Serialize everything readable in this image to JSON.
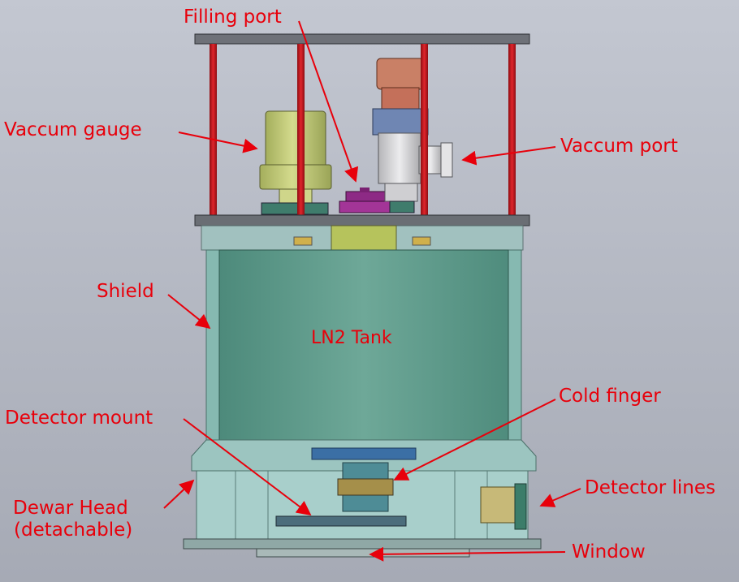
{
  "labels": {
    "filling_port": "Filling port",
    "vacuum_gauge": "Vaccum gauge",
    "vacuum_port": "Vaccum port",
    "shield": "Shield",
    "ln2_tank": "LN2 Tank",
    "cold_finger": "Cold finger",
    "detector_mount": "Detector mount",
    "detector_lines": "Detector lines",
    "dewar_head_line1": "Dewar Head",
    "dewar_head_line2": "(detachable)",
    "window": "Window"
  },
  "colors": {
    "background_top": "#c3c7d1",
    "background_bottom": "#a9adb8",
    "label_text": "#e8000b",
    "arrow": "#e8000b",
    "support_rod": "#c4131a",
    "tank": "#5c9a8c",
    "shield": "#84b7ae",
    "gauge": "#b9c370",
    "filling_port": "#9b2a8e",
    "vacuum_port_body": "#d6d6d8",
    "vacuum_port_cap": "#c98066",
    "vacuum_port_collar": "#6f86b3"
  }
}
